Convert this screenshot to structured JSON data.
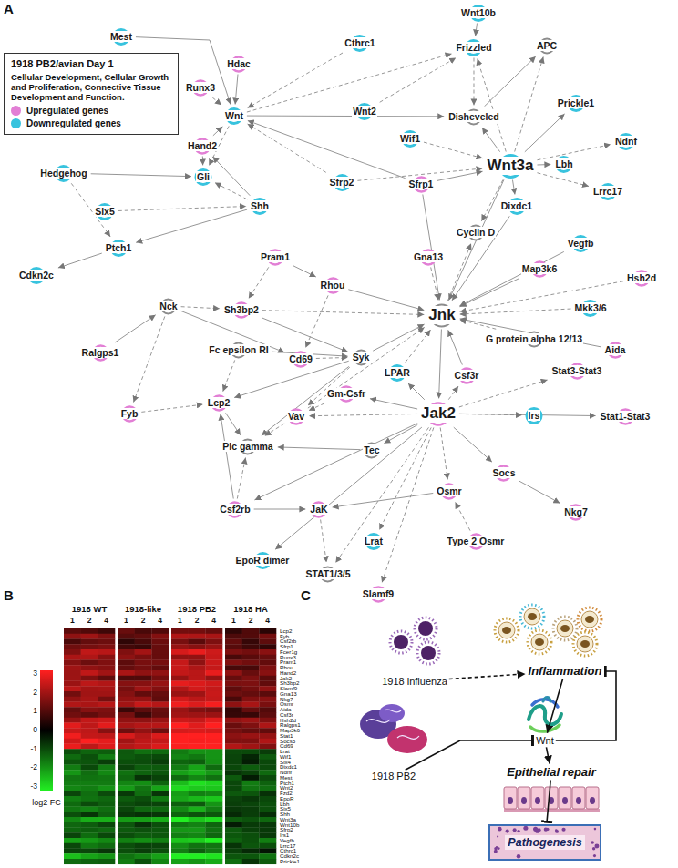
{
  "diagram": {
    "nodes": [
      {
        "text": [
          "Wnt10b"
        ]
      },
      {
        "text": [
          "Mest"
        ]
      },
      {
        "text": [
          "Cthrc1"
        ]
      },
      {
        "text": [
          "Frizzled"
        ]
      },
      {
        "text": [
          "APC"
        ]
      },
      {
        "text": [
          "Hdac"
        ]
      },
      {
        "text": [
          "Runx3"
        ]
      },
      {
        "text": [
          "Prickle1"
        ]
      },
      {
        "text": [
          "Wnt"
        ]
      },
      {
        "text": [
          "Wnt2"
        ]
      },
      {
        "text": [
          "Disheveled"
        ]
      },
      {
        "text": [
          "Wif1"
        ]
      },
      {
        "text": [
          "Ndnf"
        ]
      },
      {
        "text": [
          "Hand2"
        ]
      },
      {
        "text": [
          "Wnt3a"
        ]
      },
      {
        "text": [
          "Lbh"
        ]
      },
      {
        "text": [
          "Hedgehog"
        ]
      },
      {
        "text": [
          "Gli"
        ]
      },
      {
        "text": [
          "Sfrp2"
        ]
      },
      {
        "text": [
          "Sfrp1"
        ]
      },
      {
        "text": [
          "Lrrc17"
        ]
      },
      {
        "text": [
          "Six5"
        ]
      },
      {
        "text": [
          "Shh"
        ]
      },
      {
        "text": [
          "Dixdc1"
        ]
      },
      {
        "text": [
          "Cyclin D"
        ]
      },
      {
        "text": [
          "Vegfb"
        ]
      },
      {
        "text": [
          "Ptch1"
        ]
      },
      {
        "text": [
          "Gna13"
        ]
      },
      {
        "text": [
          "Pram1"
        ]
      },
      {
        "text": [
          "Map3k6"
        ]
      },
      {
        "text": [
          "Cdkn2c"
        ]
      },
      {
        "text": [
          "Hsh2d"
        ]
      },
      {
        "text": [
          "Rhou"
        ]
      },
      {
        "text": [
          "Nck"
        ]
      },
      {
        "text": [
          "Sh3bp2"
        ]
      },
      {
        "text": [
          "Mkk3/6"
        ]
      },
      {
        "text": [
          "Jnk"
        ]
      },
      {
        "text": [
          "G protein alpha 12/13"
        ]
      },
      {
        "text": [
          "Aida"
        ]
      },
      {
        "text": [
          "Ralgps1"
        ]
      },
      {
        "text": [
          "Fc epsilon RI"
        ]
      },
      {
        "text": [
          "Cd69"
        ]
      },
      {
        "text": [
          "Syk"
        ]
      },
      {
        "text": [
          "Stat3-Stat3"
        ]
      },
      {
        "text": [
          "LPAR"
        ]
      },
      {
        "text": [
          "Csf3r"
        ]
      },
      {
        "text": [
          "Gm-Csfr"
        ]
      },
      {
        "text": [
          "Lcp2"
        ]
      },
      {
        "text": [
          "Fyb"
        ]
      },
      {
        "text": [
          "Vav"
        ]
      },
      {
        "text": [
          "Jak2"
        ]
      },
      {
        "text": [
          "Irs"
        ]
      },
      {
        "text": [
          "Stat1-Stat3"
        ]
      },
      {
        "text": [
          "Plc gamma"
        ]
      },
      {
        "text": [
          "Tec"
        ]
      },
      {
        "text": [
          "Socs"
        ]
      },
      {
        "text": [
          "Osmr"
        ]
      },
      {
        "text": [
          "Nkg7"
        ]
      },
      {
        "text": [
          "Csf2rb"
        ]
      },
      {
        "text": [
          "JaK"
        ]
      },
      {
        "text": [
          "Type 2 Osmr"
        ]
      },
      {
        "text": [
          "Lrat"
        ]
      },
      {
        "text": [
          "EpoR dimer"
        ]
      },
      {
        "text": [
          "STAT1/3/5"
        ]
      },
      {
        "text": [
          "Slamf9"
        ]
      },
      {
        "text": [
          "1918 influenza"
        ]
      },
      {
        "text": [
          "Inflammation"
        ]
      },
      {
        "text": [
          "1918 PB2"
        ]
      },
      {
        "text": [
          "Wnt"
        ]
      },
      {
        "text": [
          "Epithelial repair"
        ]
      },
      {
        "text": [
          "Pathogenesis"
        ]
      }
    ],
    "edges": [
      {
        "from": 8,
        "to": 3,
        "arrow": "to"
      },
      {
        "from": 8,
        "to": 10,
        "arrow": "to"
      },
      {
        "from": 9,
        "to": 3,
        "arrow": "to"
      },
      {
        "from": 0,
        "to": 3,
        "arrow": "to"
      },
      {
        "from": 3,
        "to": 10,
        "arrow": "to"
      },
      {
        "from": 10,
        "to": 4,
        "arrow": "to"
      },
      {
        "from": 14,
        "to": 3,
        "arrow": "to"
      },
      {
        "from": 14,
        "to": 10,
        "arrow": "to"
      },
      {
        "from": 14,
        "to": 4,
        "arrow": "to"
      },
      {
        "from": 14,
        "to": 7,
        "arrow": "to"
      },
      {
        "from": 14,
        "to": 12,
        "arrow": "to"
      },
      {
        "from": 14,
        "to": 15,
        "arrow": "to"
      },
      {
        "from": 14,
        "to": 20,
        "arrow": "to"
      },
      {
        "from": 14,
        "to": 23,
        "arrow": "to"
      },
      {
        "from": 14,
        "to": 24,
        "arrow": "to"
      },
      {
        "from": 14,
        "to": 36,
        "arrow": "to"
      },
      {
        "from": 11,
        "to": 14,
        "arrow": "to"
      },
      {
        "from": 19,
        "to": 14,
        "arrow": "to"
      },
      {
        "from": 18,
        "to": 14,
        "arrow": "to"
      },
      {
        "from": 19,
        "to": 8,
        "arrow": "to"
      },
      {
        "from": 18,
        "to": 8,
        "arrow": "to"
      },
      {
        "from": 1,
        "to": 8,
        "arrow": "to"
      },
      {
        "from": 2,
        "to": 8,
        "arrow": "to"
      },
      {
        "from": 5,
        "to": 8,
        "arrow": "to"
      },
      {
        "from": 6,
        "to": 8,
        "arrow": "to"
      },
      {
        "from": 13,
        "to": 8,
        "arrow": "to"
      },
      {
        "from": 8,
        "to": 17,
        "arrow": "to"
      },
      {
        "from": 16,
        "to": 17,
        "arrow": "to"
      },
      {
        "from": 16,
        "to": 26,
        "arrow": "to"
      },
      {
        "from": 22,
        "to": 26,
        "arrow": "to"
      },
      {
        "from": 22,
        "to": 17,
        "arrow": "to"
      },
      {
        "from": 22,
        "to": 13,
        "arrow": "to"
      },
      {
        "from": 21,
        "to": 22,
        "arrow": "to"
      },
      {
        "from": 26,
        "to": 30,
        "arrow": "to"
      },
      {
        "from": 13,
        "to": 17,
        "arrow": "to"
      },
      {
        "from": 19,
        "to": 36,
        "arrow": "to"
      },
      {
        "from": 27,
        "to": 36,
        "arrow": "to"
      },
      {
        "from": 29,
        "to": 36,
        "arrow": "to"
      },
      {
        "from": 35,
        "to": 36,
        "arrow": "to"
      },
      {
        "from": 25,
        "to": 36,
        "arrow": "to"
      },
      {
        "from": 31,
        "to": 36,
        "arrow": "to"
      },
      {
        "from": 38,
        "to": 36,
        "arrow": "to"
      },
      {
        "from": 37,
        "to": 36,
        "arrow": "to"
      },
      {
        "from": 23,
        "to": 36,
        "arrow": "to"
      },
      {
        "from": 36,
        "to": 24,
        "arrow": "to"
      },
      {
        "from": 32,
        "to": 36,
        "arrow": "to"
      },
      {
        "from": 34,
        "to": 36,
        "arrow": "to"
      },
      {
        "from": 42,
        "to": 36,
        "arrow": "to"
      },
      {
        "from": 44,
        "to": 36,
        "arrow": "to"
      },
      {
        "from": 45,
        "to": 36,
        "arrow": "to"
      },
      {
        "from": 49,
        "to": 36,
        "arrow": "to"
      },
      {
        "from": 36,
        "to": 50,
        "arrow": "to"
      },
      {
        "from": 50,
        "to": 43,
        "arrow": "to"
      },
      {
        "from": 50,
        "to": 52,
        "arrow": "to"
      },
      {
        "from": 50,
        "to": 51,
        "arrow": "to"
      },
      {
        "from": 50,
        "to": 55,
        "arrow": "to"
      },
      {
        "from": 50,
        "to": 56,
        "arrow": "to"
      },
      {
        "from": 50,
        "to": 54,
        "arrow": "to"
      },
      {
        "from": 50,
        "to": 49,
        "arrow": "to"
      },
      {
        "from": 50,
        "to": 46,
        "arrow": "to"
      },
      {
        "from": 50,
        "to": 45,
        "arrow": "to"
      },
      {
        "from": 50,
        "to": 44,
        "arrow": "to"
      },
      {
        "from": 50,
        "to": 63,
        "arrow": "to"
      },
      {
        "from": 50,
        "to": 62,
        "arrow": "to"
      },
      {
        "from": 50,
        "to": 61,
        "arrow": "to"
      },
      {
        "from": 50,
        "to": 58,
        "arrow": "to"
      },
      {
        "from": 50,
        "to": 64,
        "arrow": "to"
      },
      {
        "from": 55,
        "to": 57,
        "arrow": "to"
      },
      {
        "from": 60,
        "to": 56,
        "arrow": "to"
      },
      {
        "from": 56,
        "to": 59,
        "arrow": "to"
      },
      {
        "from": 59,
        "to": 63,
        "arrow": "to"
      },
      {
        "from": 58,
        "to": 59,
        "arrow": "to"
      },
      {
        "from": 33,
        "to": 34,
        "arrow": "to"
      },
      {
        "from": 39,
        "to": 33,
        "arrow": "to"
      },
      {
        "from": 33,
        "to": 48,
        "arrow": "to"
      },
      {
        "from": 33,
        "to": 41,
        "arrow": "to"
      },
      {
        "from": 28,
        "to": 34,
        "arrow": "to"
      },
      {
        "from": 28,
        "to": 32,
        "arrow": "to"
      },
      {
        "from": 32,
        "to": 41,
        "arrow": "to"
      },
      {
        "from": 34,
        "to": 42,
        "arrow": "to"
      },
      {
        "from": 41,
        "to": 42,
        "arrow": "to"
      },
      {
        "from": 40,
        "to": 42,
        "arrow": "to"
      },
      {
        "from": 40,
        "to": 47,
        "arrow": "to"
      },
      {
        "from": 42,
        "to": 47,
        "arrow": "to"
      },
      {
        "from": 42,
        "to": 49,
        "arrow": "to"
      },
      {
        "from": 42,
        "to": 53,
        "arrow": "to"
      },
      {
        "from": 48,
        "to": 47,
        "arrow": "to"
      },
      {
        "from": 47,
        "to": 53,
        "arrow": "to"
      },
      {
        "from": 49,
        "to": 53,
        "arrow": "to"
      },
      {
        "from": 54,
        "to": 53,
        "arrow": "to"
      },
      {
        "from": 58,
        "to": 53,
        "arrow": "to"
      },
      {
        "from": 58,
        "to": 47,
        "arrow": "to"
      },
      {
        "from": 46,
        "to": 49,
        "arrow": "to"
      },
      {
        "from": 65,
        "to": 66,
        "arrow": "to"
      },
      {
        "from": 66,
        "to": 68,
        "arrow": "to"
      },
      {
        "from": 68,
        "to": 66,
        "arrow": "to"
      },
      {
        "from": 67,
        "to": 68,
        "arrow": "to"
      },
      {
        "from": 68,
        "to": 69,
        "arrow": "to"
      },
      {
        "from": 69,
        "to": 70,
        "arrow": "to"
      }
    ],
    "labels": [
      "A",
      "1918 PB2/avian Day 1",
      "Cellular Development, Cellular Growth and Proliferation, Connective Tissue Development and Function.",
      "B",
      "1918 WT",
      "1918-like",
      "1918 PB2",
      "1918 HA",
      "1",
      "2",
      "4",
      "1",
      "2",
      "4",
      "1",
      "2",
      "4",
      "1",
      "2",
      "4",
      "Lcp2",
      "Fyb",
      "Csf2rb",
      "Sfrp1",
      "Fcer1g",
      "Runx3",
      "Pram1",
      "Rhou",
      "Hand2",
      "Jak2",
      "Sh3bp2",
      "Slamf9",
      "Gna13",
      "Nkg7",
      "Osmr",
      "Aida",
      "Csf3r",
      "Hsh2d",
      "Ralgps1",
      "Map3k6",
      "Stat1",
      "Socs3",
      "Cd69",
      "Lrat",
      "Wif1",
      "Six4",
      "Dixdc1",
      "Ndnf",
      "Mest",
      "Ptch1",
      "Wnt2",
      "Fzd2",
      "EpoR",
      "Lbh",
      "Six5",
      "Shh",
      "Wnt3a",
      "Wnt10b",
      "Sfrp2",
      "Irs1",
      "Vegfb",
      "Lrrc17",
      "Cthrc1",
      "Cdkn2c",
      "Prickle1",
      "3",
      "2",
      "1",
      "0",
      "-1",
      "-2",
      "-3",
      "log2 FC",
      "C"
    ],
    "legend": [
      {
        "text": "Upregulated genes",
        "color": "#e27fd5"
      },
      {
        "text": "Downregulated genes",
        "color": "#38c3de"
      }
    ]
  }
}
